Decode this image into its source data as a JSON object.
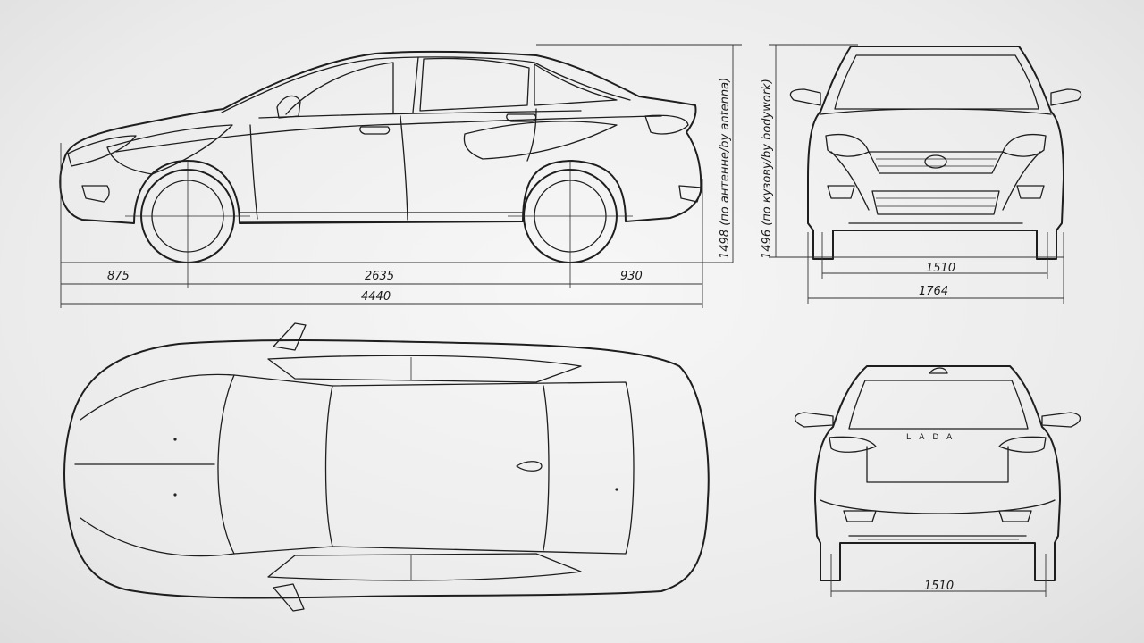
{
  "dimensions": {
    "front_overhang": "875",
    "wheelbase": "2635",
    "rear_overhang": "930",
    "overall_length": "4440",
    "height_antenna": "1498 (по антенне/by antenna)",
    "height_body": "1496 (по кузову/by bodywork)",
    "front_track": "1510",
    "overall_width": "1764",
    "rear_track": "1510"
  },
  "badge": {
    "rear_logo_text": "LADA"
  },
  "views": [
    "side-view",
    "front-view",
    "top-view",
    "rear-view"
  ]
}
